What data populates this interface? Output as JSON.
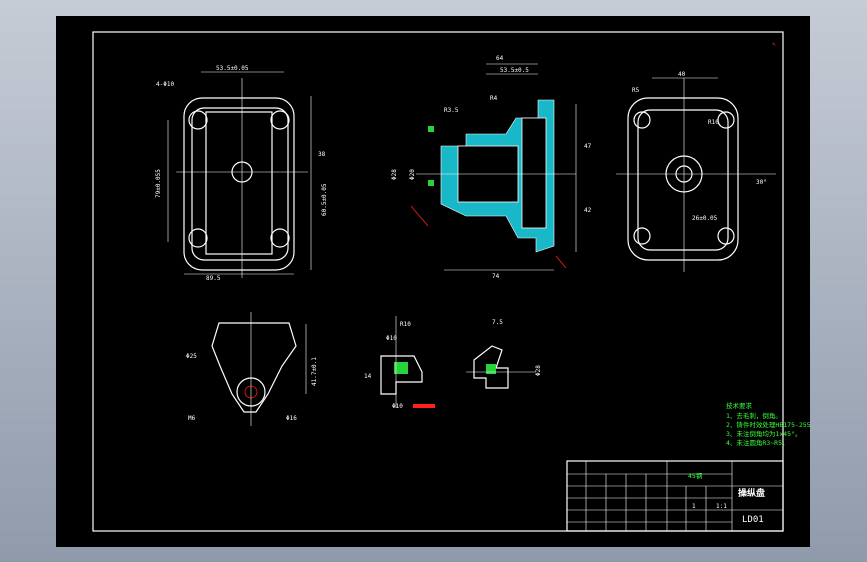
{
  "title_block": {
    "part_name": "操纵盘",
    "drawing_no": "LD01",
    "material": "45钢",
    "scale": "1:1",
    "qty": "1"
  },
  "tech_requirements": {
    "title": "技术要求",
    "items": [
      "1、去毛刺，倒角。",
      "2、铸件时效处理HB175-255。",
      "3、未注倒角均为1x45°。",
      "4、未注圆角R3~R5。"
    ]
  },
  "dims": {
    "d1": "53.5±0.05",
    "d2": "4-Φ10",
    "d3": "Φ20",
    "d4": "79±0.055",
    "d5": "38",
    "d6": "89.5",
    "d7": "60.5±0.05",
    "d8": "64",
    "d9": "53.5±0.5",
    "d10": "R4",
    "d11": "R3.5",
    "d12": "Φ28",
    "d13": "Φ20",
    "d14": "74",
    "d15": "42",
    "d16": "47",
    "d17": "40",
    "d18": "R5",
    "d19": "R10",
    "d20": "30°",
    "d21": "26±0.05",
    "d22": "Φ25",
    "d23": "41.7±0.1",
    "d24": "Φ16",
    "d25": "M6",
    "d26": "R10",
    "d27": "Φ10",
    "d28": "7.5",
    "d29": "14",
    "d30": "Φ10",
    "d31": "Φ28"
  },
  "colors": {
    "line": "#ffffff",
    "section": "#18b8c8",
    "dimension_red": "#ff2020",
    "note_green": "#39ff3a",
    "background": "#000000"
  }
}
